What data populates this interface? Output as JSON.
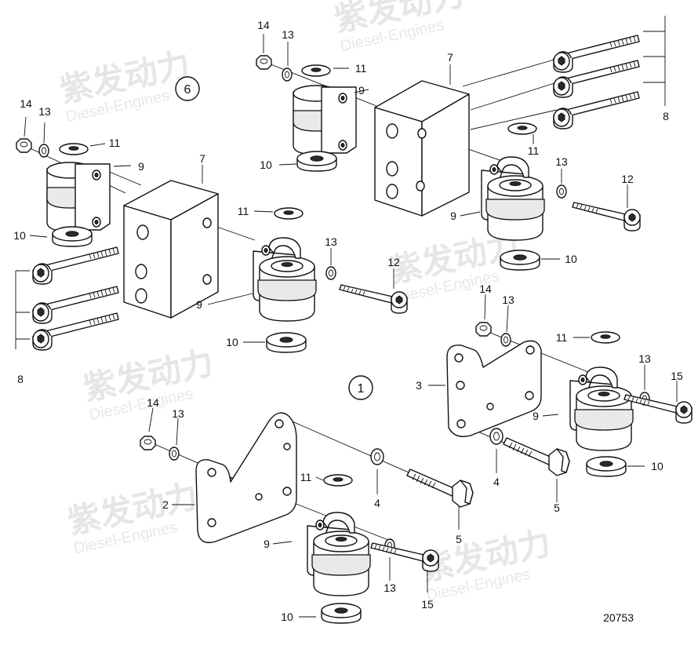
{
  "watermark": {
    "brand": "紫发动力",
    "subtitle": "Diesel-Engines"
  },
  "drawing_number": "20753",
  "group_markers": [
    "6",
    "1"
  ],
  "callouts": {
    "c14a": "14",
    "c13a": "13",
    "c11a": "11",
    "c9a": "9",
    "c7a": "7",
    "c10a": "10",
    "c8a": "8",
    "c11b": "11",
    "c13b": "13",
    "c12a": "12",
    "c9b": "9",
    "c10b": "10",
    "c14b": "14",
    "c13c": "13",
    "c11c": "11",
    "c9c": "9",
    "c7b": "7",
    "c10c": "10",
    "c8b": "8",
    "c11d": "11",
    "c13d": "13",
    "c12b": "12",
    "c9d": "9",
    "c10d": "10",
    "c14c": "14",
    "c13e": "13",
    "c11e": "11",
    "c3": "3",
    "c13f": "13",
    "c15a": "15",
    "c9e": "9",
    "c4a": "4",
    "c5a": "5",
    "c10e": "10",
    "c14d": "14",
    "c13g": "13",
    "c2": "2",
    "c11f": "11",
    "c4b": "4",
    "c5b": "5",
    "c9f": "9",
    "c13h": "13",
    "c15b": "15",
    "c10f": "10"
  }
}
